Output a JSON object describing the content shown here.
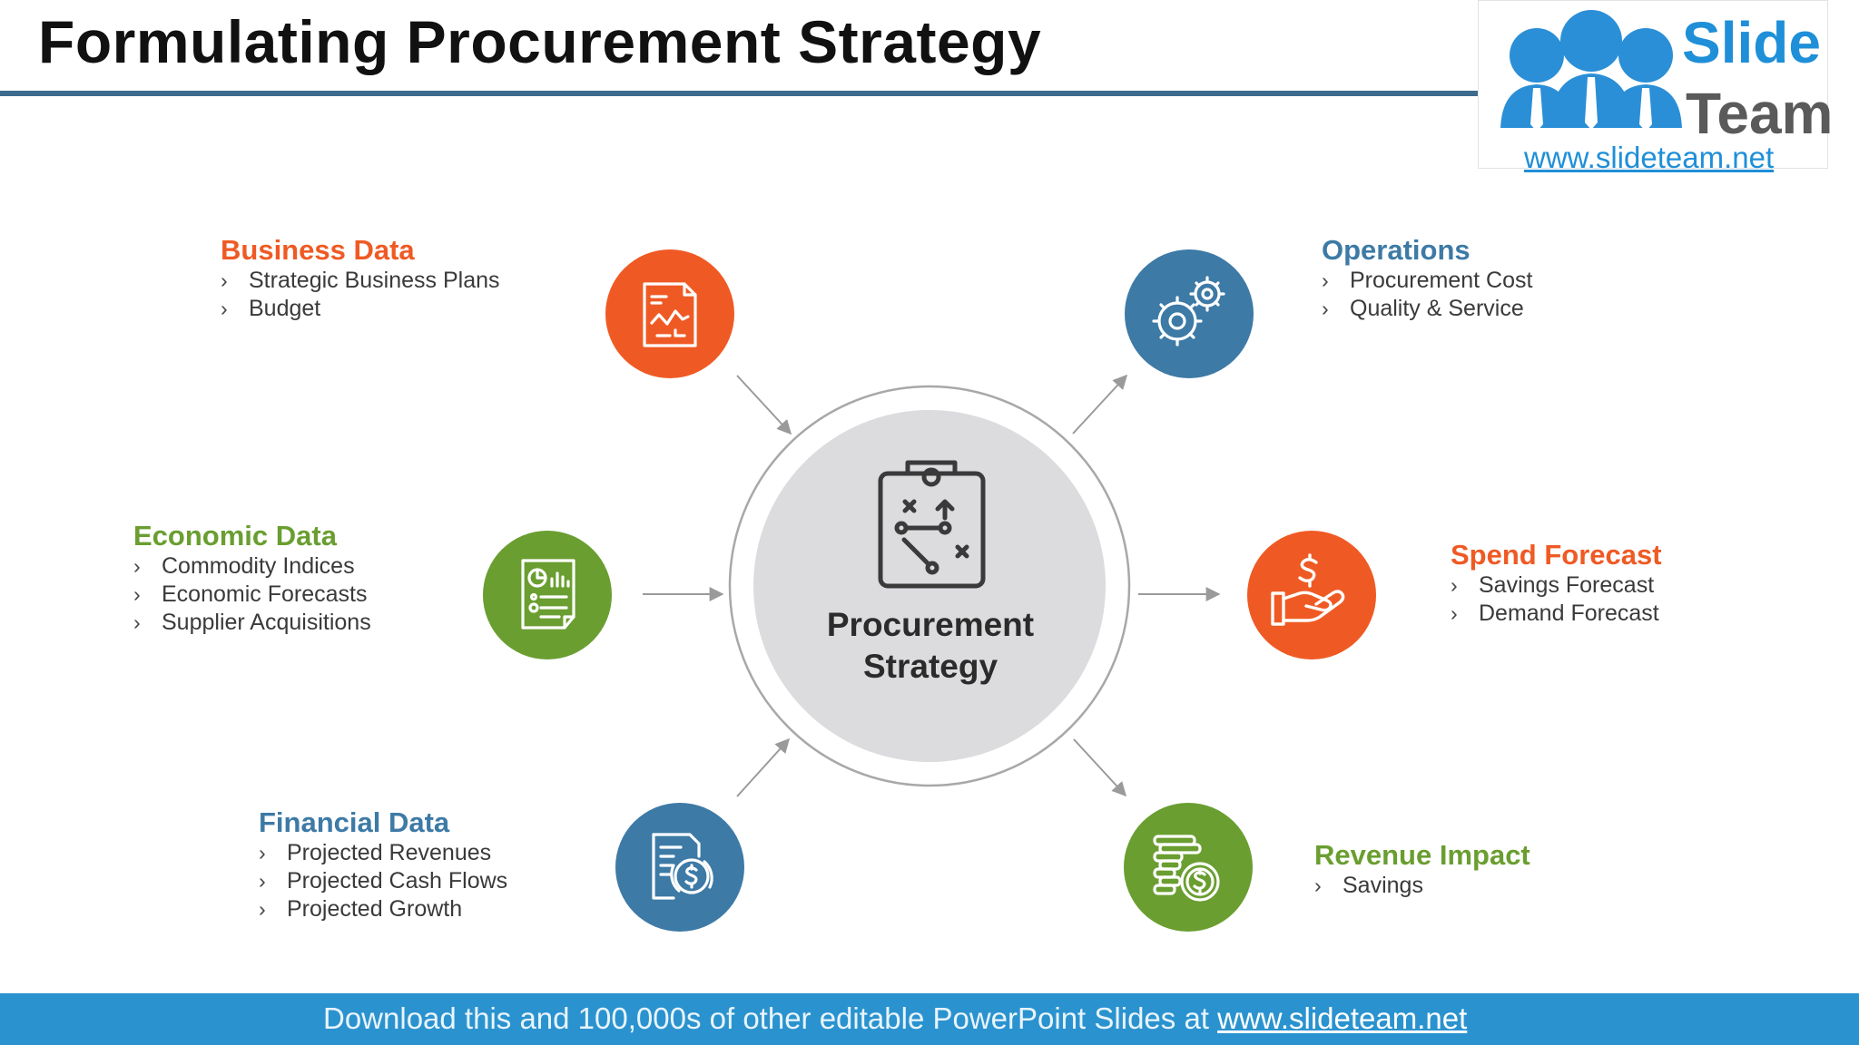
{
  "title": "Formulating Procurement Strategy",
  "logo": {
    "word1": "Slide",
    "word2": "Team",
    "url": "www.slideteam.net"
  },
  "center": {
    "line1": "Procurement",
    "line2": "Strategy",
    "icon": "clipboard-strategy-icon",
    "fill": "#dcdbdd"
  },
  "colors": {
    "orange": "#ef5a24",
    "blue": "#3d7aa6",
    "green": "#6a9e30",
    "arrow": "#9a9a9a"
  },
  "groups": [
    {
      "key": "business-data",
      "title": "Business Data",
      "color": "#ef5a24",
      "icon": "document-chart-icon",
      "items": [
        "Strategic Business Plans",
        "Budget"
      ]
    },
    {
      "key": "economic-data",
      "title": "Economic Data",
      "color": "#6a9e30",
      "icon": "report-analytics-icon",
      "items": [
        "Commodity Indices",
        "Economic Forecasts",
        "Supplier Acquisitions"
      ]
    },
    {
      "key": "financial-data",
      "title": "Financial Data",
      "color": "#3d7aa6",
      "icon": "cash-cycle-document-icon",
      "items": [
        "Projected Revenues",
        "Projected Cash Flows",
        "Projected Growth"
      ]
    },
    {
      "key": "operations",
      "title": "Operations",
      "color": "#3d7aa6",
      "icon": "gears-icon",
      "items": [
        "Procurement Cost",
        "Quality & Service"
      ]
    },
    {
      "key": "spend-forecast",
      "title": "Spend Forecast",
      "color": "#ef5a24",
      "icon": "hand-dollar-icon",
      "items": [
        "Savings Forecast",
        "Demand Forecast"
      ]
    },
    {
      "key": "revenue-impact",
      "title": "Revenue Impact",
      "color": "#6a9e30",
      "icon": "coins-dollar-icon",
      "items": [
        "Savings"
      ]
    }
  ],
  "footer": {
    "text": "Download this and 100,000s of other editable PowerPoint Slides at ",
    "link": "www.slideteam.net"
  }
}
